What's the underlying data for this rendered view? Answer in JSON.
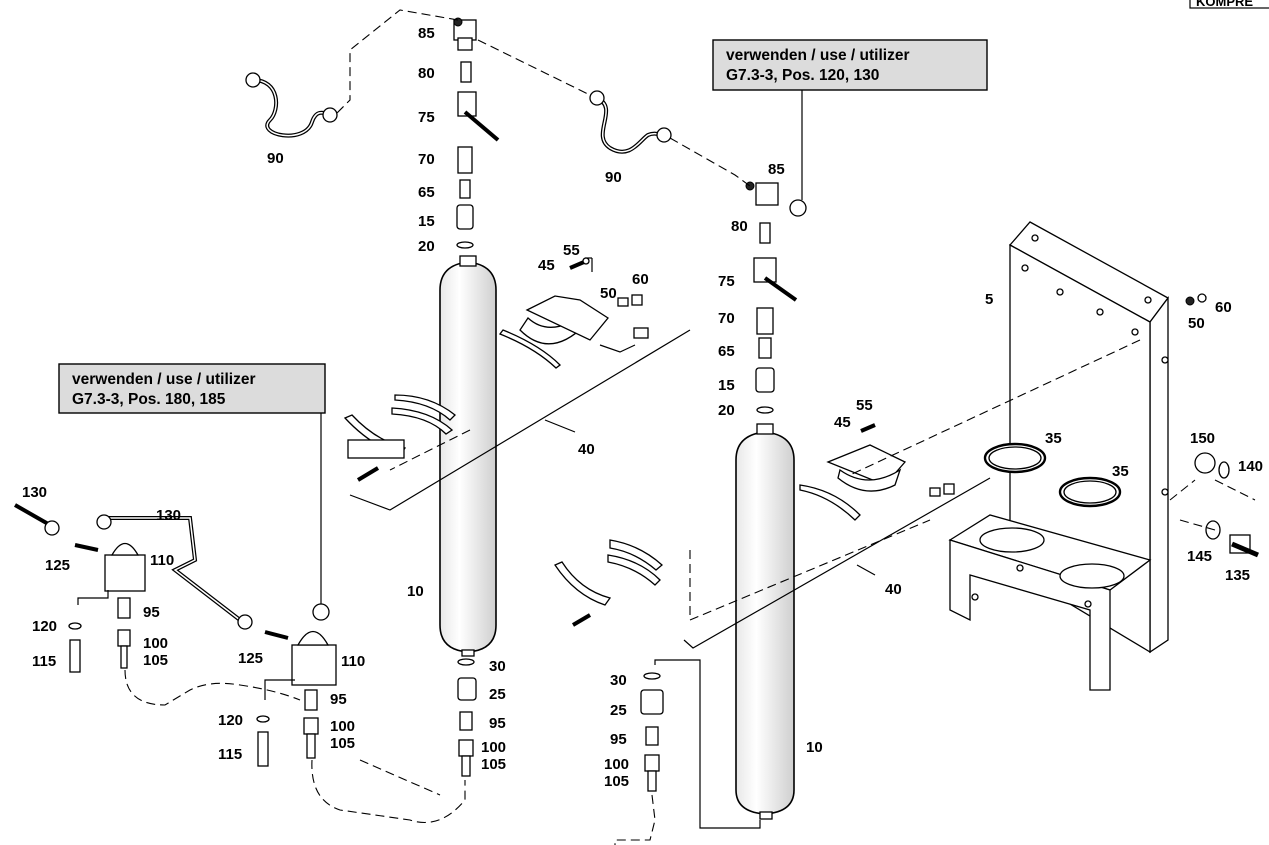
{
  "corner_label": "KOMPRE",
  "notes": [
    {
      "line1": "verwenden / use / utilizer",
      "line2": "G7.3-3, Pos. 120, 130"
    },
    {
      "line1": "verwenden / use / utilizer",
      "line2": "G7.3-3, Pos. 180, 185"
    }
  ],
  "labels": {
    "l85a": "85",
    "l80a": "80",
    "l75a": "75",
    "l70a": "70",
    "l65a": "65",
    "l15a": "15",
    "l20a": "20",
    "l90a": "90",
    "l90b": "90",
    "l85b": "85",
    "l80b": "80",
    "l75b": "75",
    "l70b": "70",
    "l65b": "65",
    "l15b": "15",
    "l20b": "20",
    "l55a": "55",
    "l45a": "45",
    "l60a": "60",
    "l50a": "50",
    "l55b": "55",
    "l45b": "45",
    "l5": "5",
    "l60b": "60",
    "l50b": "50",
    "l35a": "35",
    "l35b": "35",
    "l150": "150",
    "l140": "140",
    "l145": "145",
    "l135": "135",
    "l40a": "40",
    "l40b": "40",
    "l10a": "10",
    "l10b": "10",
    "l130a": "130",
    "l130b": "130",
    "l125a": "125",
    "l110a": "110",
    "l95a": "95",
    "l120a": "120",
    "l115a": "115",
    "l100a": "100",
    "l105a": "105",
    "l125b": "125",
    "l110b": "110",
    "l95b": "95",
    "l120b": "120",
    "l115b": "115",
    "l100b": "100",
    "l105b": "105",
    "l30a": "30",
    "l25a": "25",
    "l95c": "95",
    "l100c": "100",
    "l105c": "105",
    "l30b": "30",
    "l25b": "25",
    "l95d": "95",
    "l100d": "100",
    "l105d": "105"
  }
}
